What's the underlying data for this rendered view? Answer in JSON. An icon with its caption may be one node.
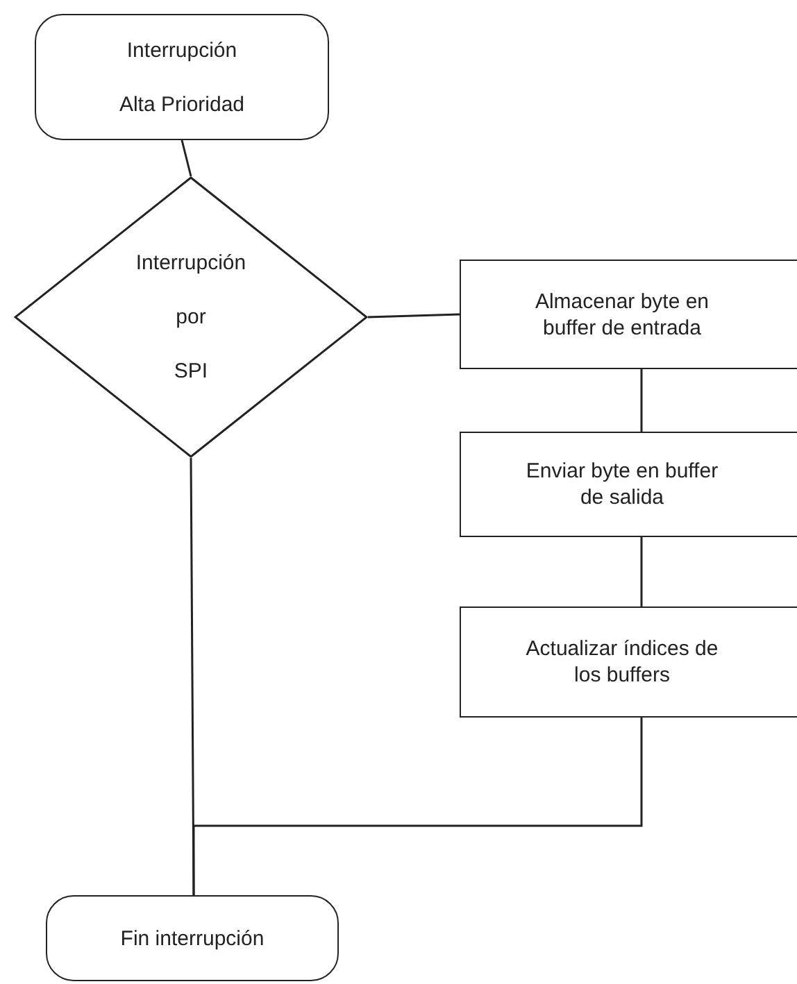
{
  "diagram": {
    "nodes": [
      {
        "text": [
          "Interrupción",
          "Alta Prioridad"
        ]
      },
      {
        "text": [
          "Interrupción",
          "por",
          "SPI"
        ]
      },
      {
        "text": [
          "Almacenar byte en buffer de entrada"
        ]
      },
      {
        "text": [
          "Enviar byte en buffer de salida"
        ]
      },
      {
        "text": [
          "Actualizar índices de los buffers"
        ]
      },
      {
        "text": [
          "Fin interrupción"
        ]
      }
    ],
    "edges": [
      {
        "from": 0,
        "to": 1,
        "arrow": "none"
      },
      {
        "from": 1,
        "to": 2,
        "arrow": "none"
      },
      {
        "from": 2,
        "to": 3,
        "arrow": "none"
      },
      {
        "from": 3,
        "to": 4,
        "arrow": "none"
      },
      {
        "from": 4,
        "to": 5,
        "arrow": "none"
      },
      {
        "from": 1,
        "to": 5,
        "arrow": "none"
      }
    ]
  }
}
